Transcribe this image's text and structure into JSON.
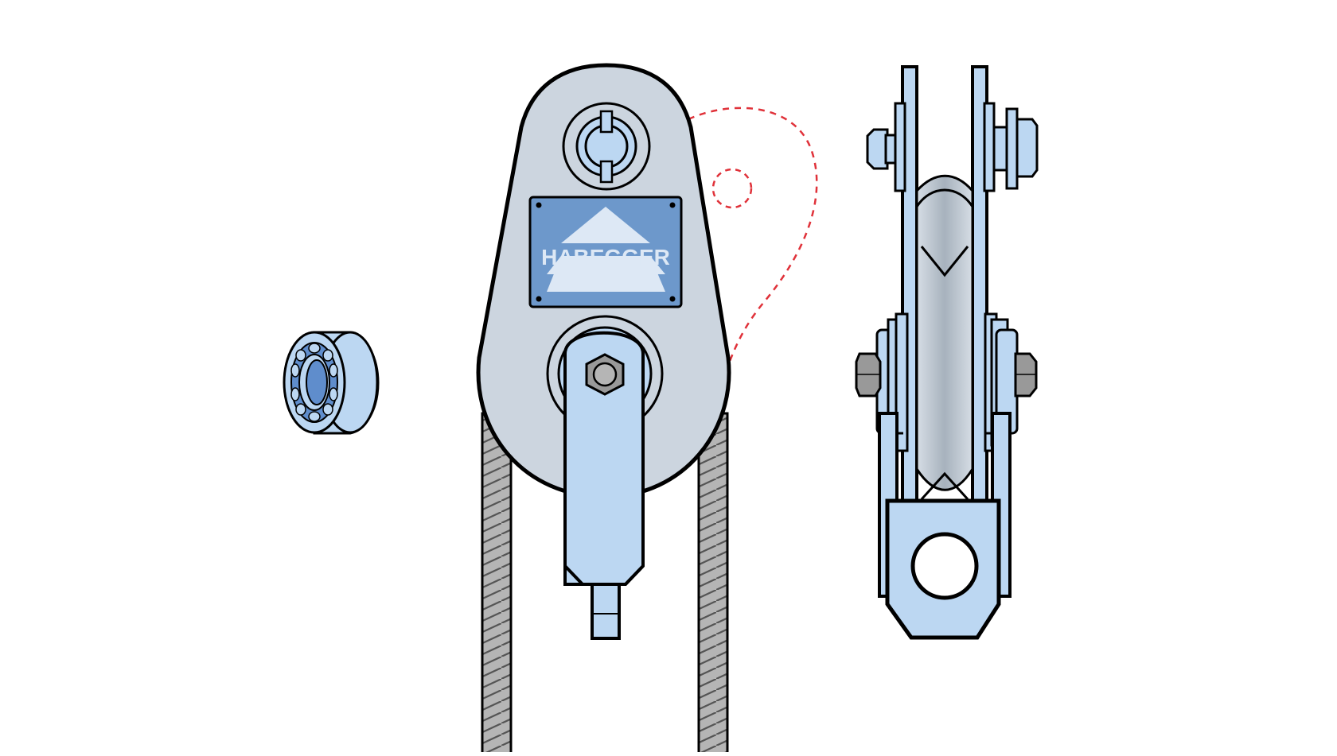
{
  "plate": {
    "brand_text": "HABEGGER"
  },
  "colors": {
    "outline": "#000000",
    "body_gray": "#ccd5df",
    "part_blue": "#bcd7f2",
    "plate_blue": "#6d98cb",
    "logo_white": "#dde8f5",
    "rope_gray": "#a9a9a9",
    "bearing_dark": "#5f8dcc",
    "bolt_gray": "#999999",
    "dashed_red": "#e0323a",
    "background": "#ffffff"
  },
  "parts": [
    {
      "id": "ball-bearing",
      "icon": "ball-bearing-icon"
    },
    {
      "id": "pulley-block-front",
      "icon": "pulley-front-icon"
    },
    {
      "id": "pulley-block-side",
      "icon": "pulley-side-icon"
    },
    {
      "id": "wire-rope",
      "icon": "wire-rope-icon"
    },
    {
      "id": "swing-side-plate-path",
      "icon": "dashed-path-icon"
    }
  ]
}
